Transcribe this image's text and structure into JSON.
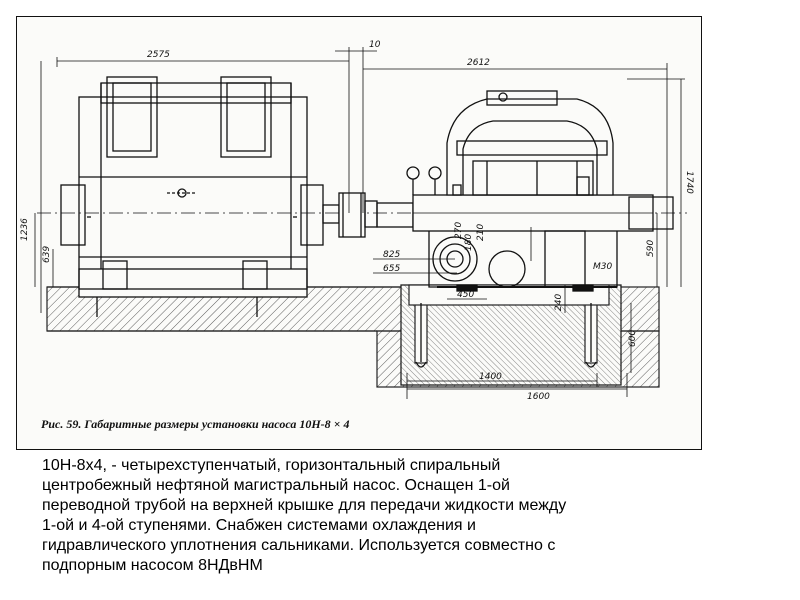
{
  "figure": {
    "caption_label": "Рис. 59.",
    "caption_text": "Габаритные размеры установки насоса 10Н-8 × 4",
    "dimensions": {
      "d2575": "2575",
      "d10": "10",
      "d2612": "2612",
      "d1740": "1740",
      "d1236": "1236",
      "d639": "639",
      "d825": "825",
      "d655": "655",
      "d450": "450",
      "d270": "270",
      "d180": "180",
      "d210": "210",
      "d240": "240",
      "d590": "590",
      "m30": "M30",
      "d600": "600",
      "d1400": "1400",
      "d1600": "1600"
    }
  },
  "description": {
    "lines": [
      "10Н-8х4, - четырехступенчатый, горизонтальный спиральный",
      "центробежный нефтяной магистральный насос. Оснащен 1-ой",
      "переводной трубой на верхней крышке для передачи жидкости между",
      "1-ой и 4-ой ступенями. Снабжен системами охлаждения и",
      "гидравлического уплотнения сальниками. Используется совместно с",
      "подпорным насосом 8НДвНМ"
    ]
  }
}
